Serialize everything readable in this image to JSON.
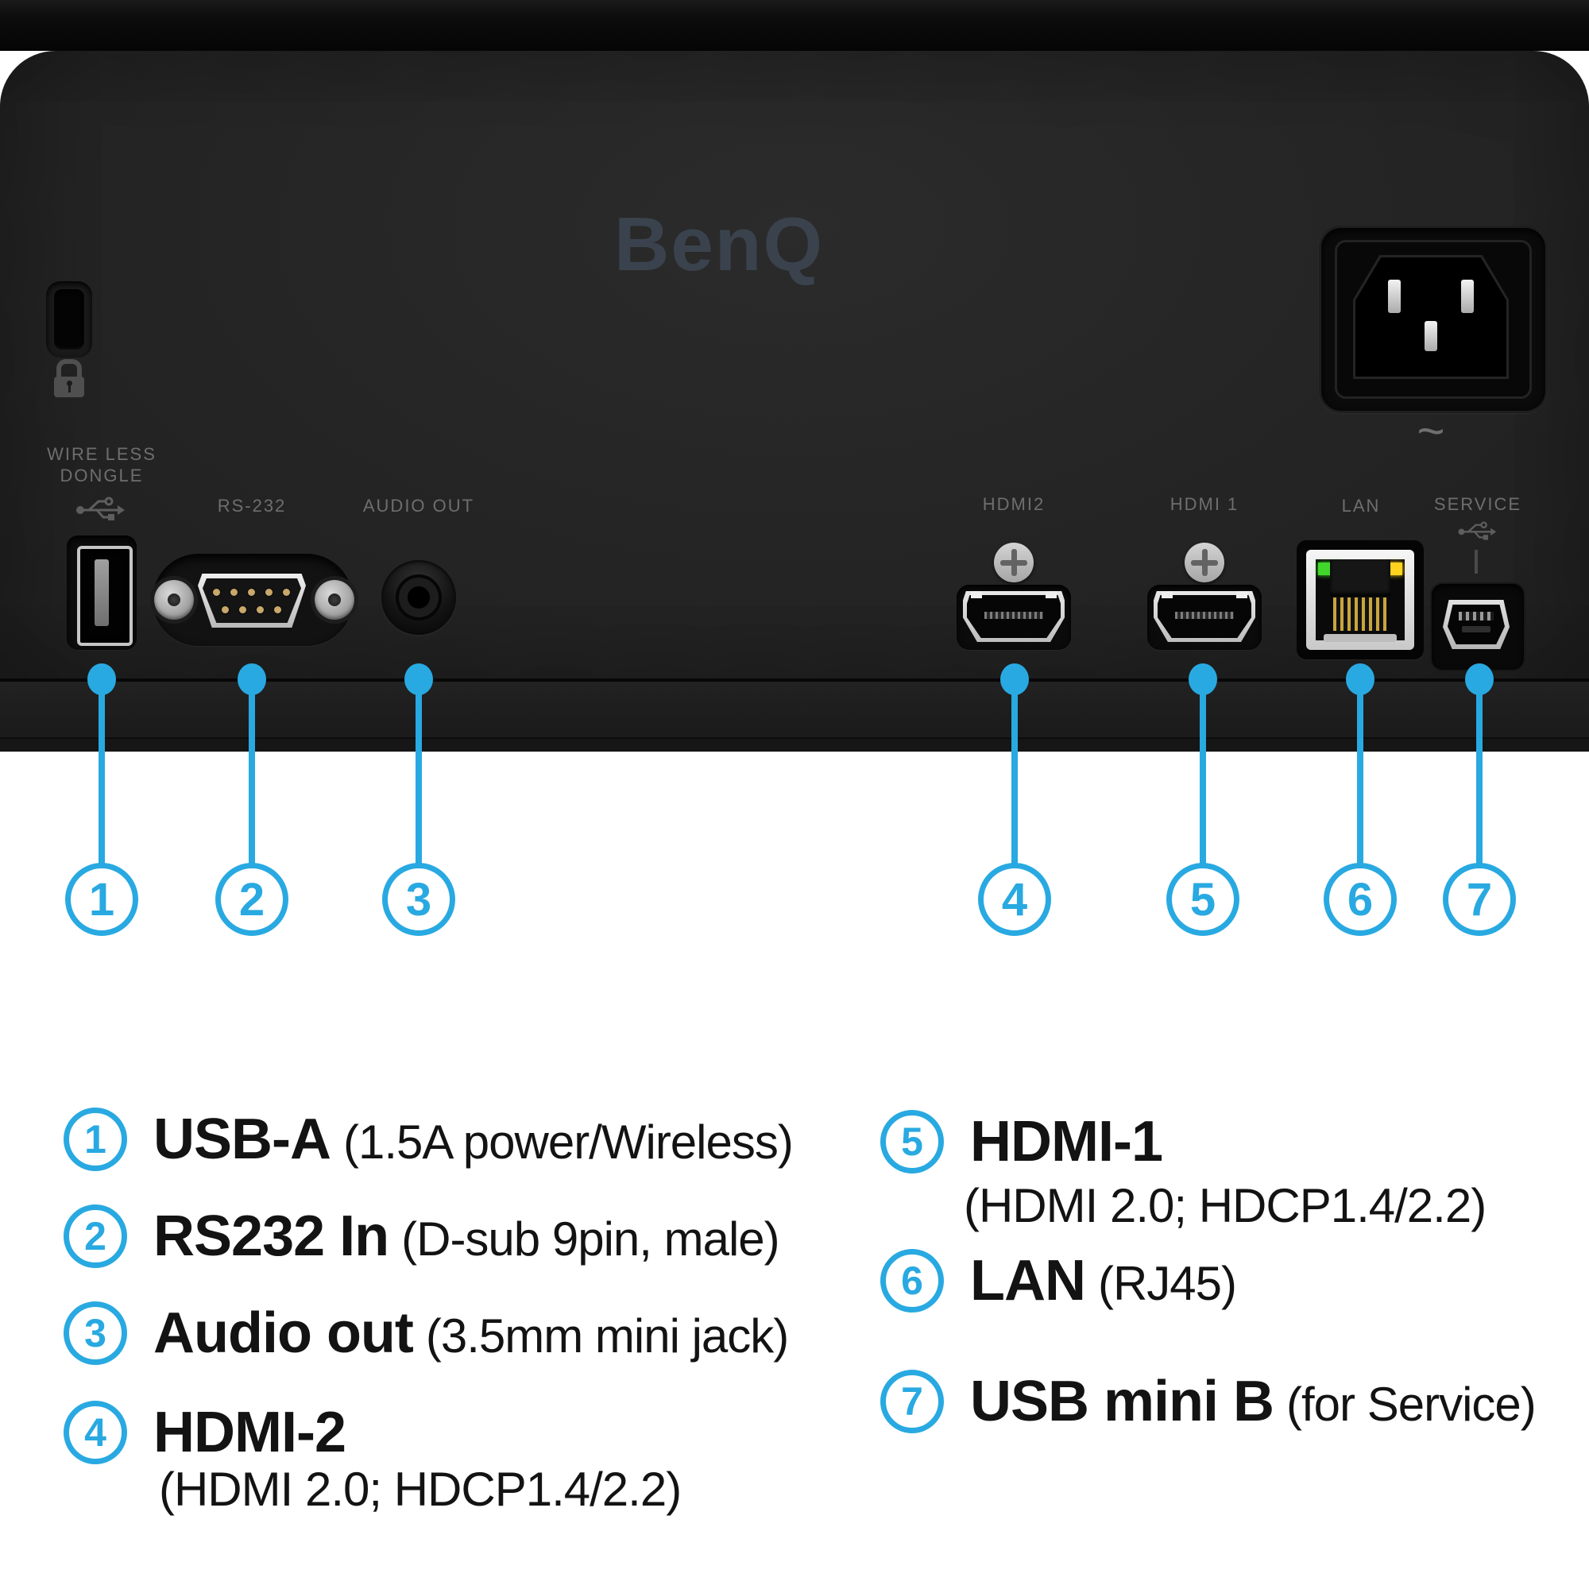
{
  "brand": "BenQ",
  "power_symbol": "~",
  "panel_labels": {
    "wireless_line1": "WIRE LESS",
    "wireless_line2": "DONGLE",
    "rs232": "RS-232",
    "audio_out": "AUDIO OUT",
    "hdmi2": "HDMI2",
    "hdmi1": "HDMI 1",
    "lan": "LAN",
    "service": "SERVICE"
  },
  "callouts": [
    {
      "num": "1"
    },
    {
      "num": "2"
    },
    {
      "num": "3"
    },
    {
      "num": "4"
    },
    {
      "num": "5"
    },
    {
      "num": "6"
    },
    {
      "num": "7"
    }
  ],
  "legend": {
    "left": [
      {
        "num": "1",
        "title": "USB-A",
        "detail": "(1.5A power/Wireless)"
      },
      {
        "num": "2",
        "title": "RS232 In",
        "detail": "(D-sub 9pin, male)"
      },
      {
        "num": "3",
        "title": "Audio out",
        "detail": "(3.5mm mini jack)"
      },
      {
        "num": "4",
        "title": "HDMI-2",
        "detail": "",
        "sub": "(HDMI 2.0; HDCP1.4/2.2)"
      }
    ],
    "right": [
      {
        "num": "5",
        "title": "HDMI-1",
        "detail": "",
        "sub": "(HDMI 2.0; HDCP1.4/2.2)"
      },
      {
        "num": "6",
        "title": "LAN",
        "detail": "(RJ45)"
      },
      {
        "num": "7",
        "title": "USB mini B",
        "detail": "(for Service)"
      }
    ]
  },
  "colors": {
    "accent_blue": "#29A9E1",
    "panel": "#242424",
    "bottom_strip": "#1d1d1d",
    "label_gray": "#6e6e6e",
    "logo_gray": "#3a434d",
    "led_green": "#41d62b",
    "led_yellow": "#ffd31e",
    "pin_gold": "#c9a86a",
    "metal": "#d6d6d6"
  },
  "icons": {
    "usb_trident": "usb-icon",
    "lock": "security-lock-icon",
    "power_ac": "ac-inlet"
  }
}
